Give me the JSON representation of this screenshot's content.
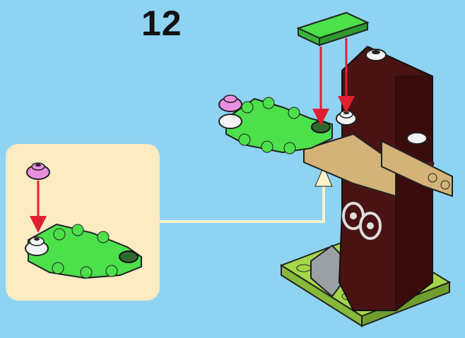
{
  "step": {
    "number": "12"
  },
  "colors": {
    "background": "#8fd3f3",
    "callout_background": "#fdebc2",
    "trunk": "#4a1212",
    "tan": "#d3b377",
    "bright_green": "#4ce04a",
    "lime": "#a4d64a",
    "pink": "#e98fe0",
    "white_stud": "#f4f4f4",
    "arrow_red": "#e02030",
    "arrow_cream": "#fff4c0",
    "connector": "#fff2c8"
  },
  "icons": [
    "tree-model",
    "branch-leaf-piece",
    "pink-round-stud",
    "white-round-stud",
    "green-tile-piece",
    "red-placement-arrow",
    "cream-pointer-arrow"
  ]
}
